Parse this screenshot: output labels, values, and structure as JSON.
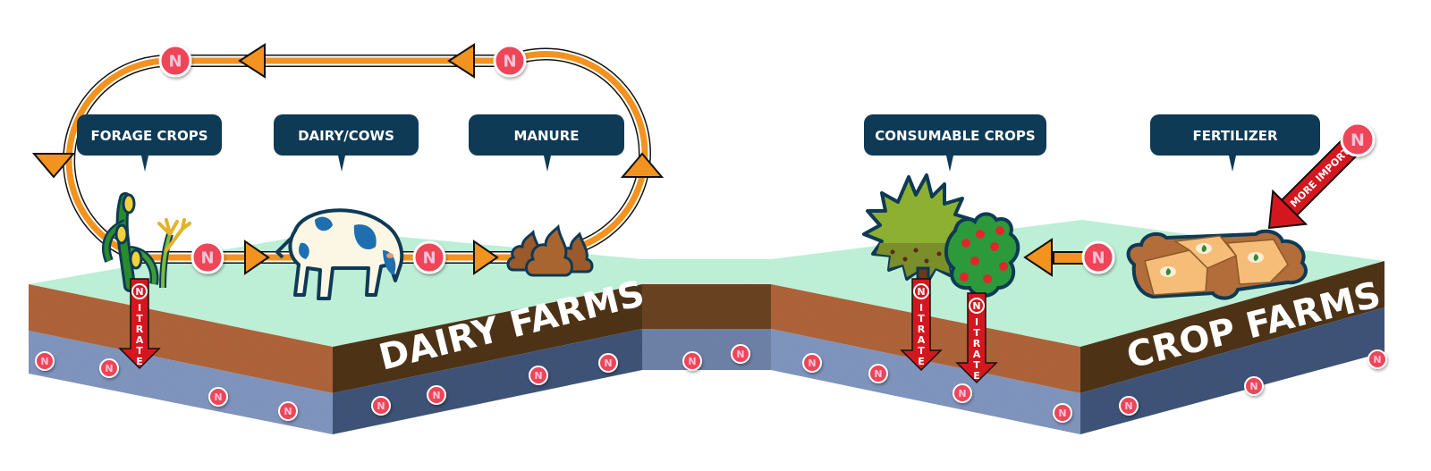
{
  "diagram": {
    "title": "Nitrogen flow: dairy farms vs crop farms",
    "nutrient_symbol": "N",
    "colors": {
      "callout_bg": "#0e3a55",
      "cycle_arrow": "#f3931f",
      "n_badge": "#ef4558",
      "n_text": "#f7c3d8",
      "nitrate_arrow": "#d4171e",
      "grass_top": "#bdeed6",
      "soil_light": "#b0643a",
      "soil_dark": "#4f3419",
      "groundwater_light": "#8196bf",
      "groundwater_dark": "#3f5478"
    }
  },
  "callouts": [
    {
      "id": "forage-crops",
      "label": "FORAGE CROPS"
    },
    {
      "id": "dairy-cows",
      "label": "DAIRY/COWS"
    },
    {
      "id": "manure",
      "label": "MANURE"
    },
    {
      "id": "consumable-crops",
      "label": "CONSUMABLE CROPS"
    },
    {
      "id": "fertilizer",
      "label": "FERTILIZER"
    }
  ],
  "farms": {
    "dairy": {
      "label": "DAIRY FARMS"
    },
    "crop": {
      "label": "CROP FARMS"
    }
  },
  "arrows": {
    "nitrate_label": "NITRATE",
    "nitrate_letters": [
      "I",
      "T",
      "R",
      "A",
      "T",
      "E"
    ],
    "imports_label": "MORE IMPORTS"
  },
  "flows": [
    {
      "from": "forage-crops",
      "to": "dairy-cows",
      "carries": "N"
    },
    {
      "from": "dairy-cows",
      "to": "manure",
      "carries": "N"
    },
    {
      "from": "manure",
      "to": "forage-crops",
      "carries": "N",
      "path": "top loop"
    },
    {
      "from": "fertilizer",
      "to": "consumable-crops",
      "carries": "N"
    },
    {
      "from": "imports",
      "to": "fertilizer",
      "carries": "N",
      "label": "MORE IMPORTS"
    },
    {
      "from": "forage-crops",
      "to": "groundwater",
      "carries": "NITRATE"
    },
    {
      "from": "consumable-crops",
      "to": "groundwater",
      "carries": "NITRATE",
      "count": 2
    }
  ]
}
